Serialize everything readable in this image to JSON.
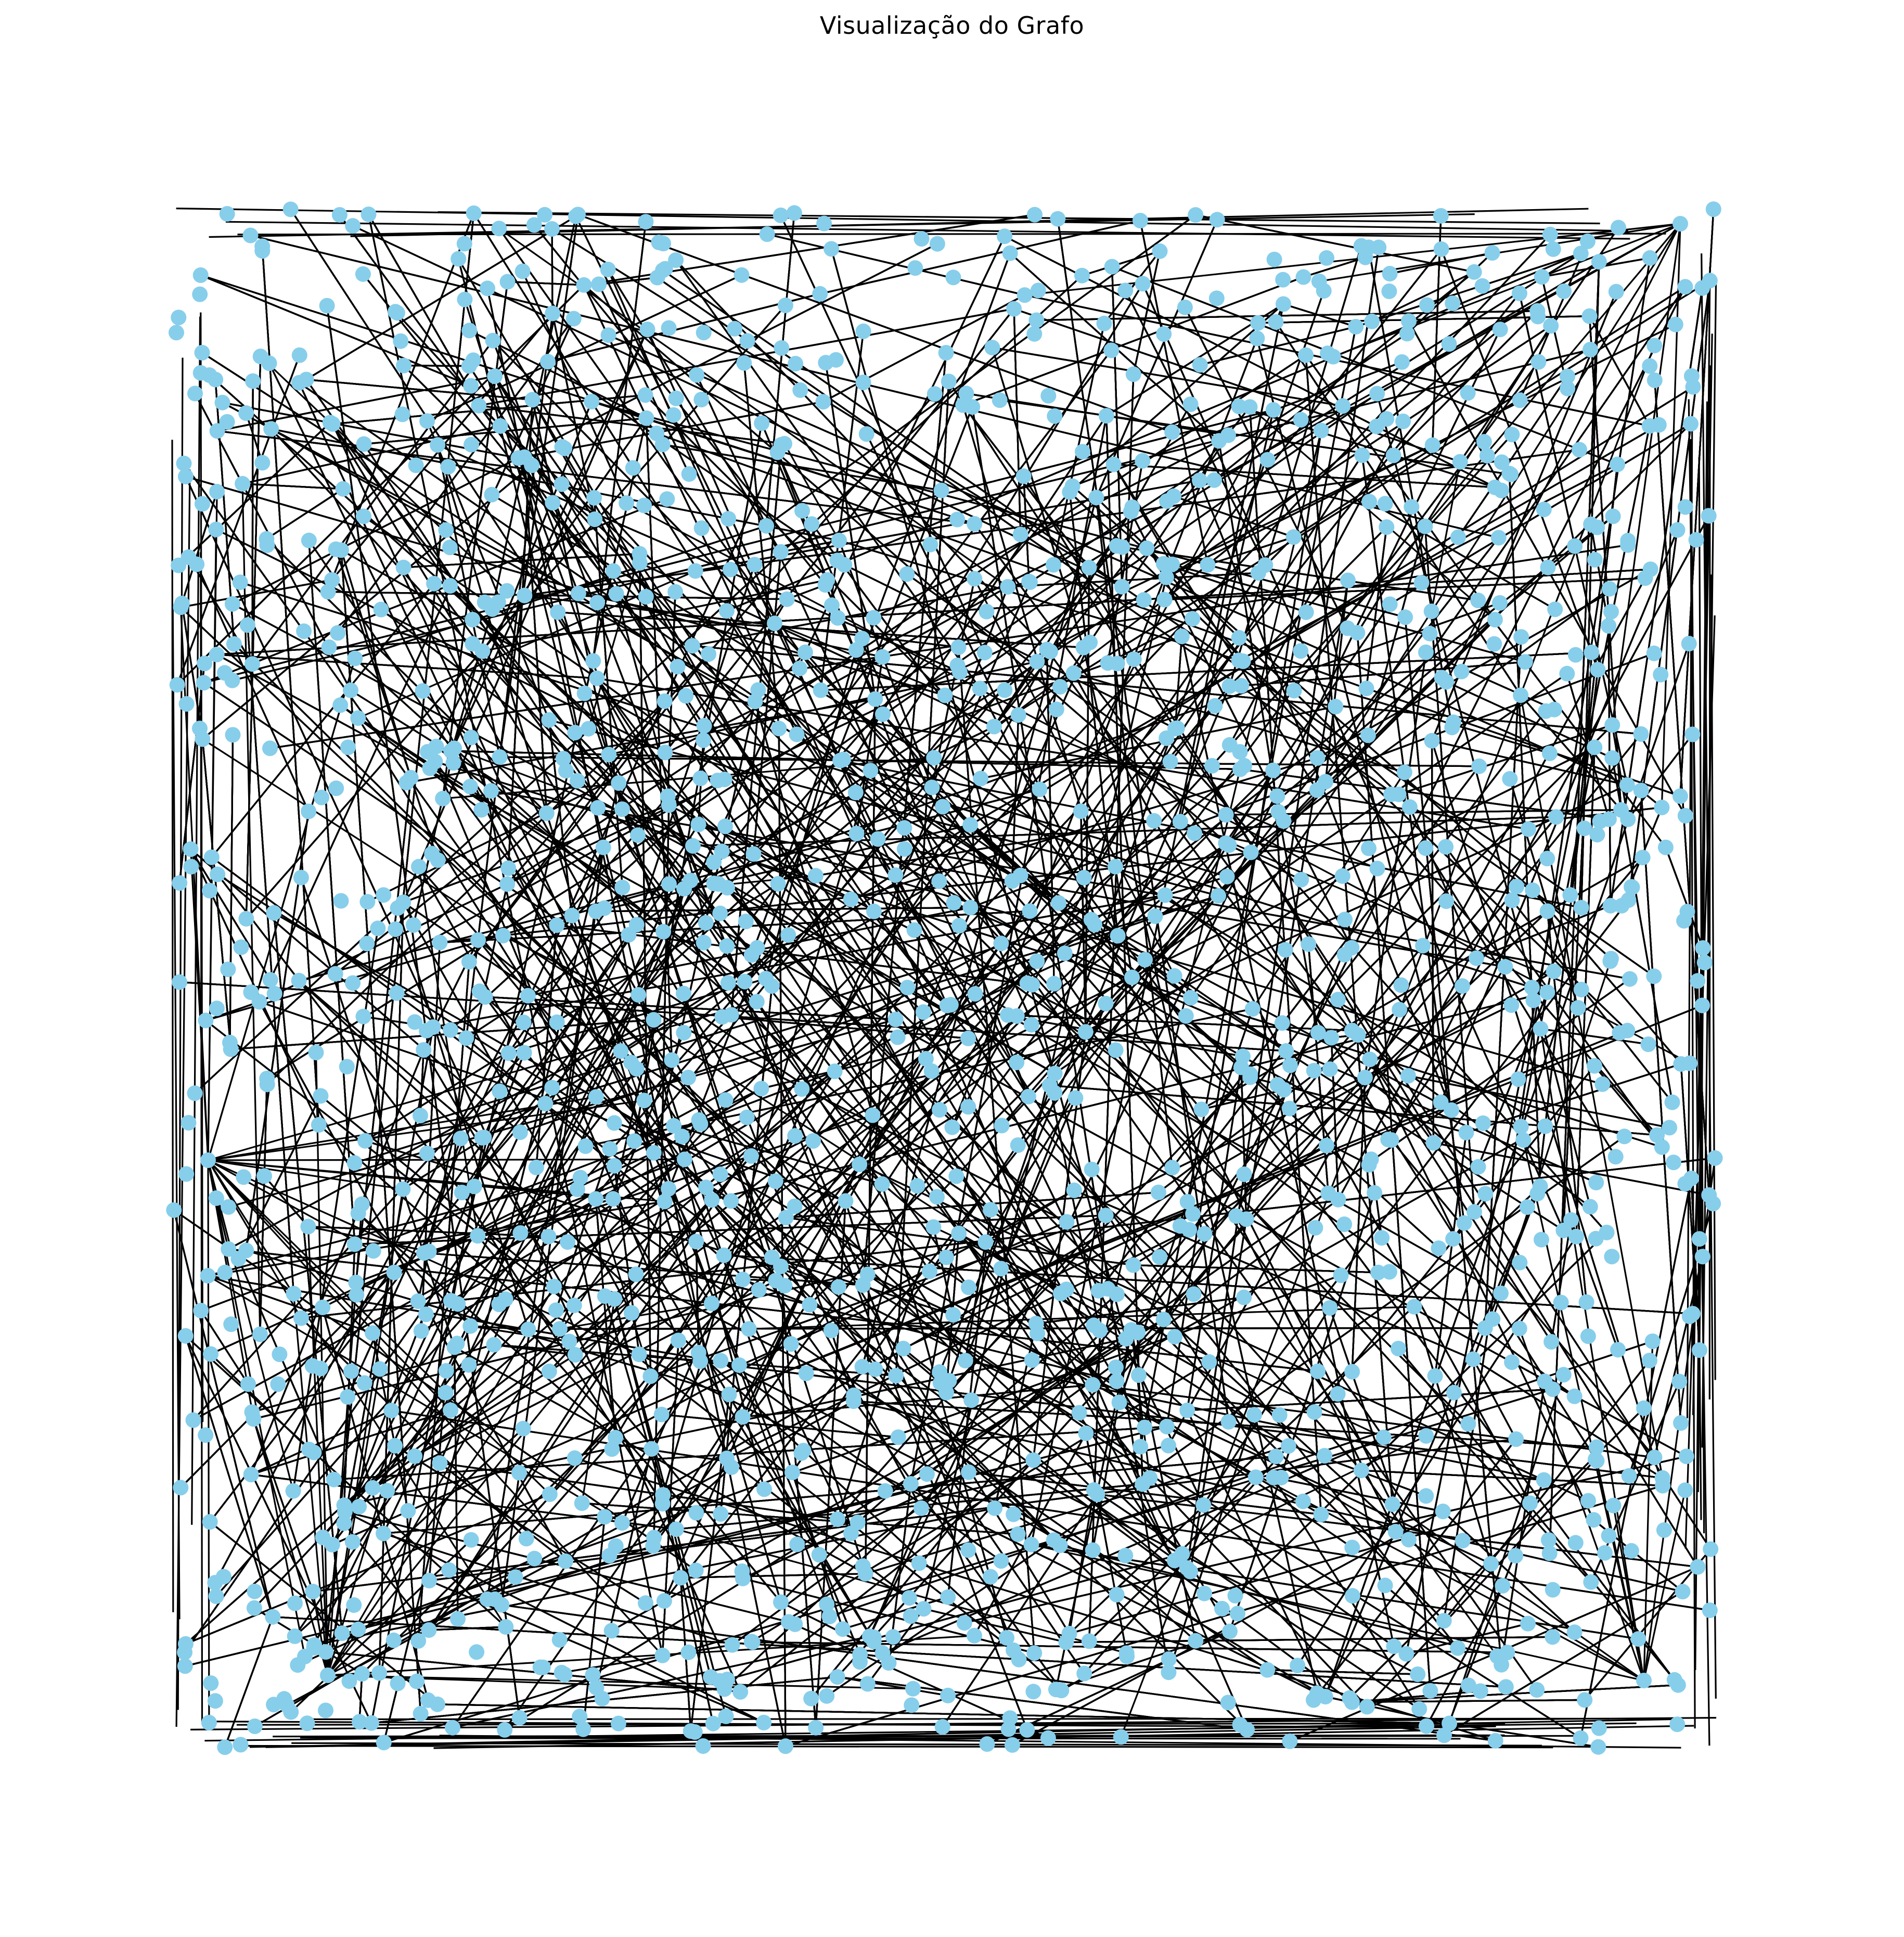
{
  "title": "Visualização do Grafo",
  "graph": {
    "node_color": "#87CEEB",
    "edge_color": "#000000",
    "background": "#ffffff",
    "layout": "random scatter filling a square region",
    "edges_drawn": "many straight black edges forming a dense tangle"
  }
}
